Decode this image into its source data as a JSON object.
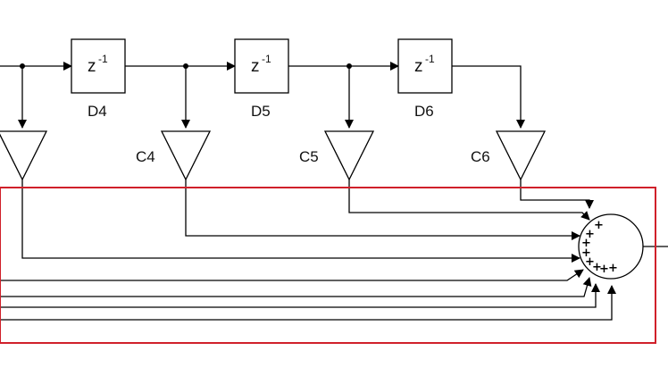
{
  "delays": [
    {
      "name": "D4",
      "text": "z",
      "exp": "-1"
    },
    {
      "name": "D5",
      "text": "z",
      "exp": "-1"
    },
    {
      "name": "D6",
      "text": "z",
      "exp": "-1"
    }
  ],
  "gains": [
    {
      "name": ""
    },
    {
      "name": "C4"
    },
    {
      "name": "C5"
    },
    {
      "name": "C6"
    }
  ],
  "sum": {
    "signs": "++++++++"
  },
  "colors": {
    "highlight_box": "#d0202a",
    "wire": "#000000"
  }
}
